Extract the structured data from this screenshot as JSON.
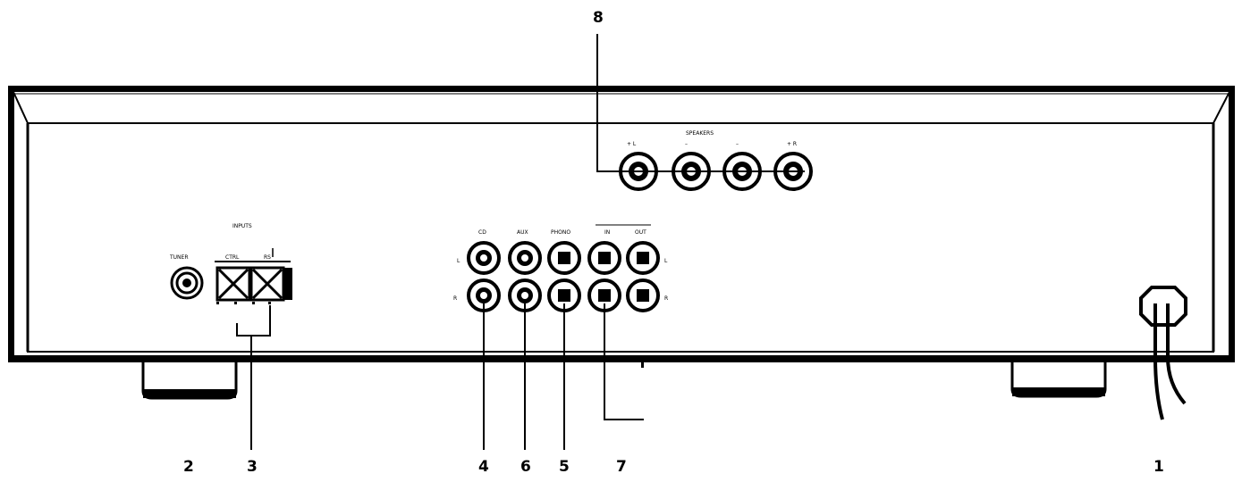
{
  "callouts": {
    "c1": "1",
    "c2": "2",
    "c3": "3",
    "c4": "4",
    "c5": "5",
    "c6": "6",
    "c7": "7",
    "c8": "8"
  },
  "panel_labels": {
    "speakers": "SPEAKERS",
    "speaker_left_pos": "+ L",
    "speaker_minus_1": "–",
    "speaker_minus_2": "–",
    "speaker_right_pos": "+ R",
    "tuner_label": "TUNER",
    "ctrl_label": "CTRL",
    "rs_label": "RS",
    "inputs_label": "INPUTS",
    "rca_col_1": "CD",
    "rca_col_2": "AUX",
    "rca_col_3": "PHONO",
    "rca_col_4": "IN",
    "rca_col_5": "OUT",
    "row_l": "L",
    "row_r": "R"
  },
  "colors": {
    "ink": "#000000",
    "paper": "#ffffff",
    "panel_gray": "#444444"
  }
}
